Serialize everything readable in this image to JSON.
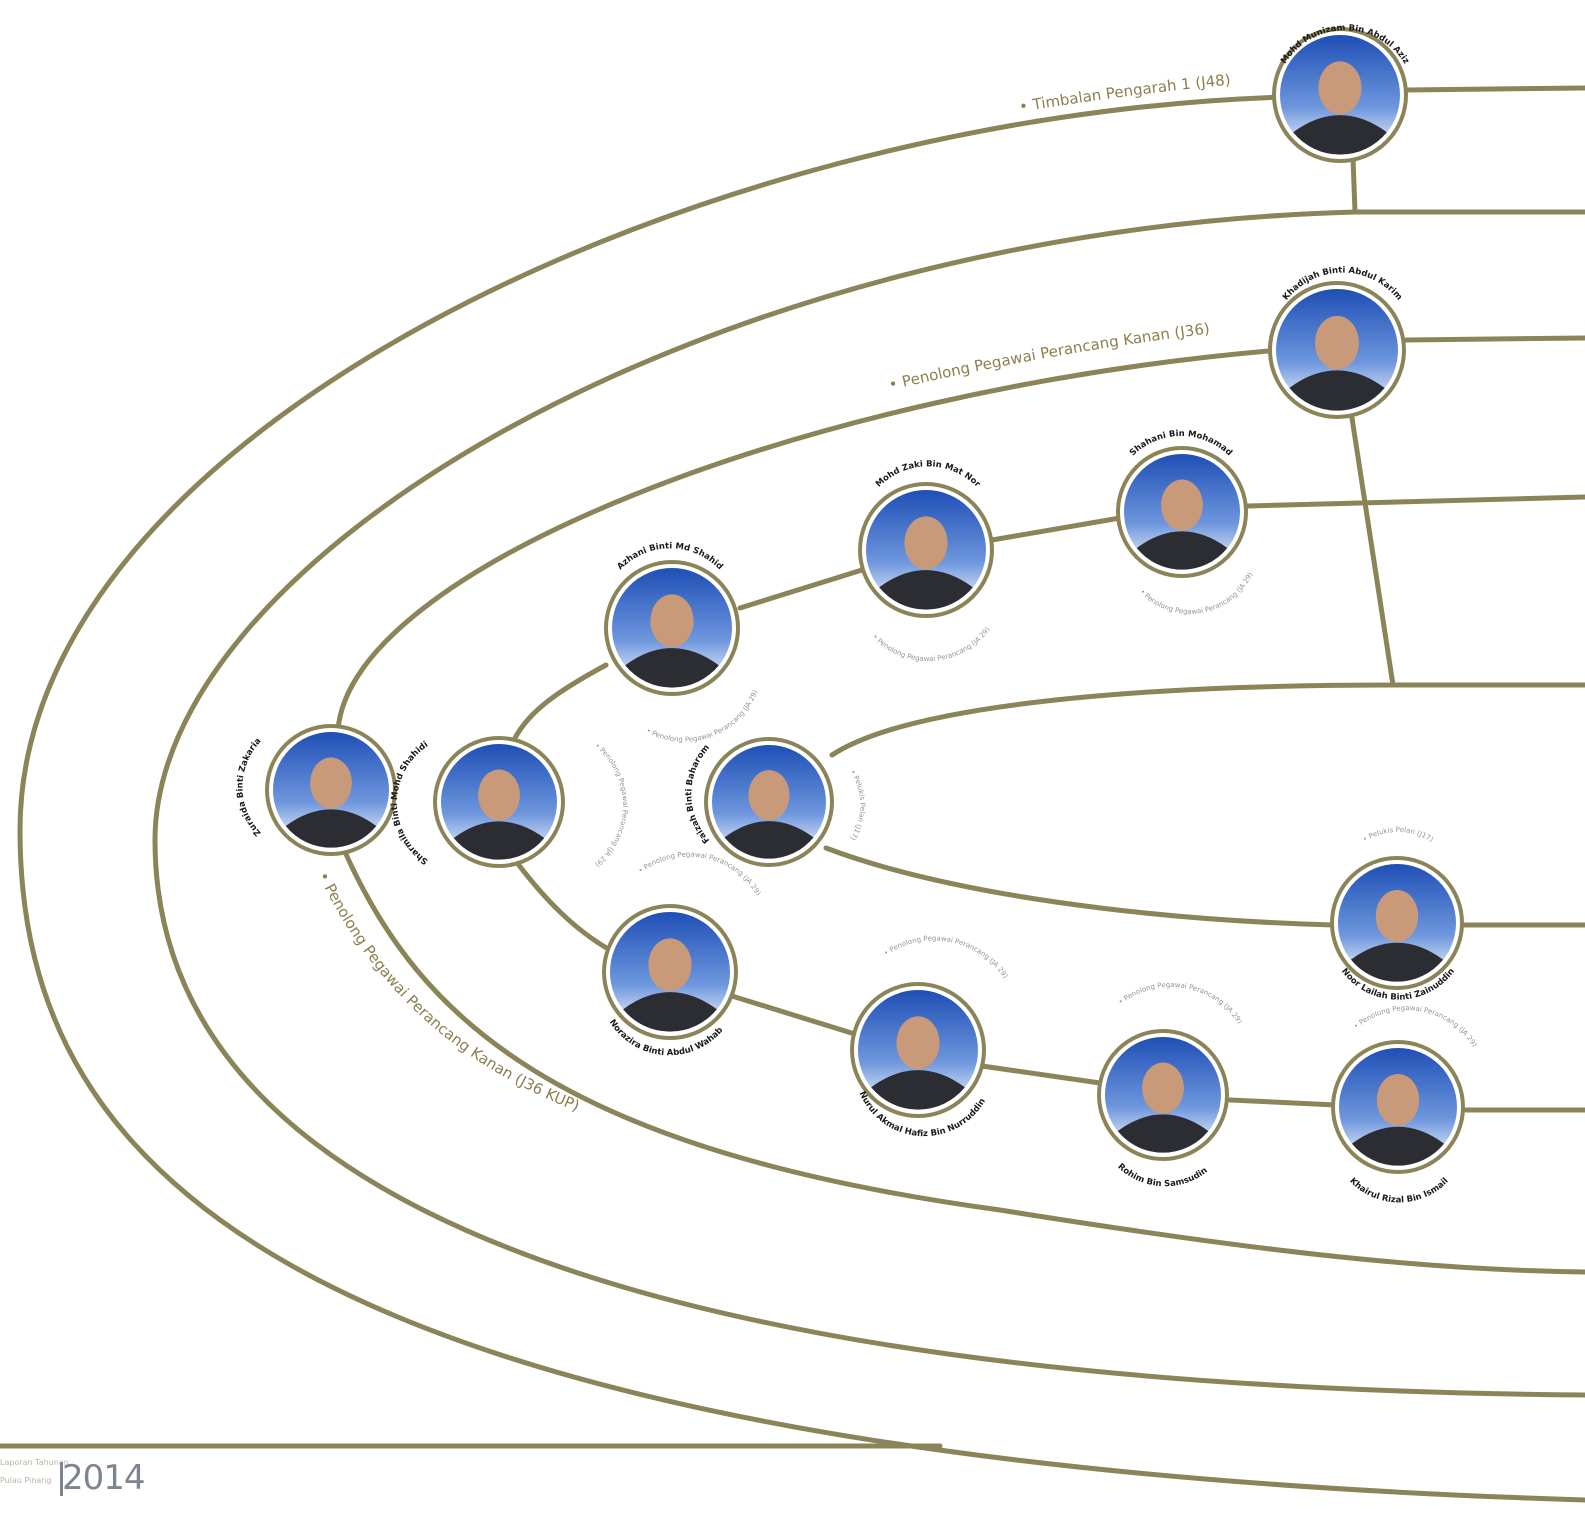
{
  "colors": {
    "line": "#8b8459",
    "ring": "#8b8459",
    "tier_text": "#8a7f4e",
    "side_text": "#9a9588",
    "photo_top": "#1f4fb5",
    "photo_bottom": "#ffffff"
  },
  "tiers": [
    {
      "label": "• Timbalan Pengarah 1 (J48)"
    },
    {
      "label": "• Penolong Pegawai Perancang Kanan (J36)"
    },
    {
      "label": "• Penolong Pegawai Perancang Kanan (J36 KUP)"
    }
  ],
  "people": [
    {
      "name": "Mohd Munizam Bin Abdul Aziz",
      "title": ""
    },
    {
      "name": "Khadijah Binti Abdul Karim",
      "title": ""
    },
    {
      "name": "Shahani Bin Mohamad",
      "title": "• Penolong Pegawai Perancang (JA 29)"
    },
    {
      "name": "Mohd Zaki Bin Mat Nor",
      "title": "• Penolong Pegawai Perancang (JA 29)"
    },
    {
      "name": "Azhani Binti Md Shahid",
      "title": "• Penolong Pegawai Perancang (JA 29)"
    },
    {
      "name": "Zuraida Binti Zakaria",
      "title": ""
    },
    {
      "name": "Sharmila Binti Mohd Shahidi",
      "title": "• Penolong Pegawai Perancang (JA 29)"
    },
    {
      "name": "Faizah Binti Baharom",
      "title": "• Pelukis Pelan (J17)"
    },
    {
      "name": "Noor Lailah Binti Zainuddin",
      "title": "• Pelukis Pelan (J17)"
    },
    {
      "name": "Norazira Binti Abdul Wahab",
      "title": "• Penolong Pegawai Perancang (JA 29)"
    },
    {
      "name": "Nurul Akmal Hafiz Bin Nurruddin",
      "title": "• Penolong Pegawai Perancang (JA 29)"
    },
    {
      "name": "Rohim Bin Samsudin",
      "title": "• Penolong Pegawai Perancang (JA 29)"
    },
    {
      "name": "Khairul Rizal Bin Ismail",
      "title": "• Penolong Pegawai Perancang (JA 29)"
    }
  ],
  "footer": {
    "small_top": "Laporan Tahunan",
    "small_bottom": "Pulau Pinang",
    "year": "2014"
  }
}
